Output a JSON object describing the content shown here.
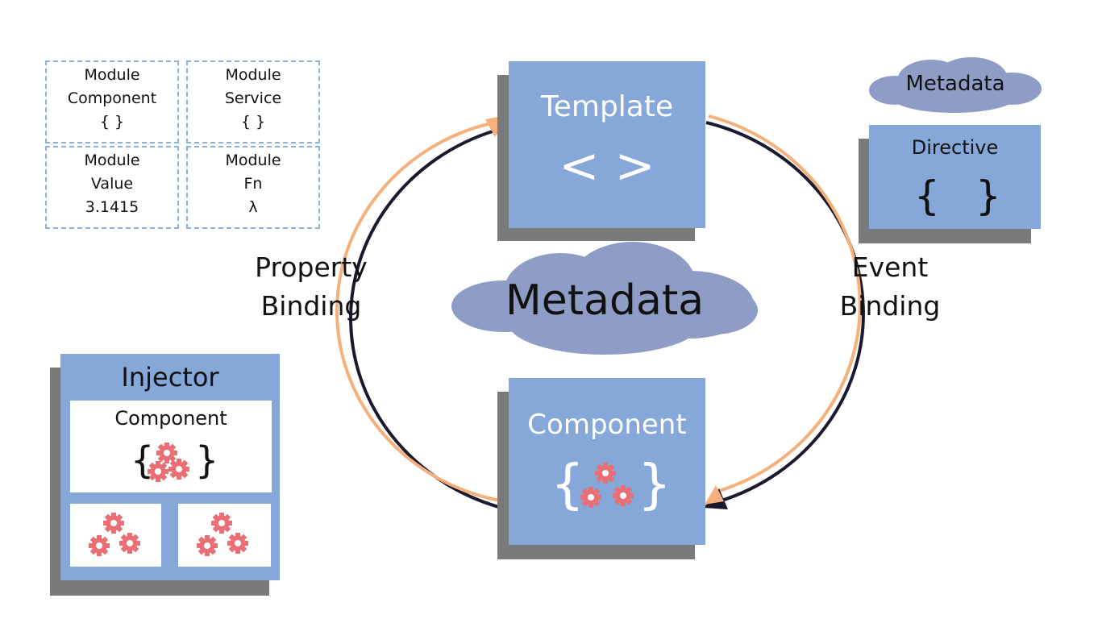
{
  "modules": [
    {
      "line1": "Module",
      "line2": "Component",
      "line3": "{ }"
    },
    {
      "line1": "Module",
      "line2": "Service",
      "line3": "{ }"
    },
    {
      "line1": "Module",
      "line2": "Value",
      "line3": "3.1415"
    },
    {
      "line1": "Module",
      "line2": "Fn",
      "line3": "λ"
    }
  ],
  "template": {
    "title": "Template",
    "symbol": "< >"
  },
  "component": {
    "title": "Component",
    "brace_open": "{",
    "brace_close": "}"
  },
  "center_cloud": {
    "label": "Metadata"
  },
  "corner_cloud": {
    "label": "Metadata"
  },
  "directive": {
    "title": "Directive",
    "brace_open": "{",
    "brace_close": "}"
  },
  "property_binding": {
    "line1": "Property",
    "line2": "Binding"
  },
  "event_binding": {
    "line1": "Event",
    "line2": "Binding"
  },
  "injector": {
    "title": "Injector",
    "component_label": "Component",
    "brace_open": "{",
    "brace_close": "}"
  },
  "colors": {
    "box_blue": "#85a8d8",
    "shadow_gray": "#7a7a7a",
    "cloud": "#8f9cc6",
    "arrow_orange": "#f5b07c",
    "arrow_dark": "#1a1a2e",
    "gear": "#ea6e74",
    "dashed_border": "#8fb0d8"
  }
}
